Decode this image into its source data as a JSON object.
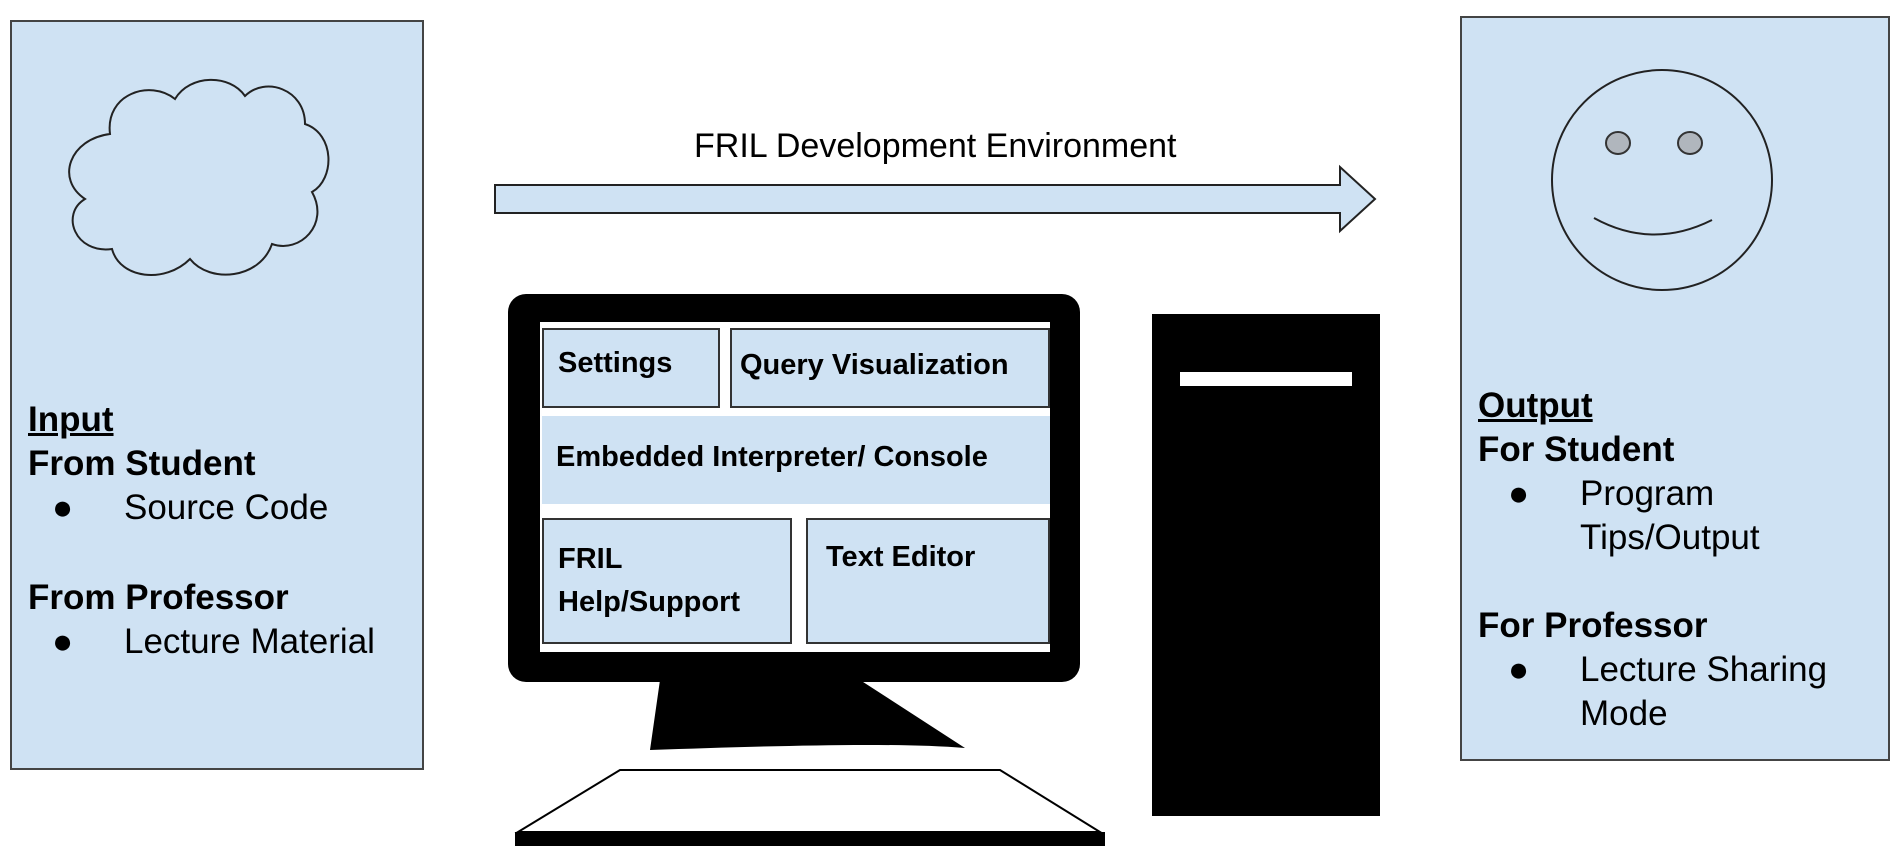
{
  "input_panel": {
    "heading": "Input",
    "student_heading": "From Student",
    "student_items": [
      "Source Code"
    ],
    "professor_heading": "From Professor",
    "professor_items": [
      "Lecture Material"
    ],
    "icon": "cloud-icon"
  },
  "arrow": {
    "label": "FRIL Development Environment"
  },
  "monitor": {
    "panels": {
      "settings": "Settings",
      "query_visualization": "Query Visualization",
      "console": "Embedded Interpreter/ Console",
      "help_line1": "FRIL",
      "help_line2": "Help/Support",
      "text_editor": "Text Editor"
    }
  },
  "output_panel": {
    "heading": "Output",
    "student_heading": "For Student",
    "student_item_line1": "Program",
    "student_item_line2": "Tips/Output",
    "professor_heading": "For Professor",
    "professor_item_line1": "Lecture Sharing",
    "professor_item_line2": "Mode",
    "icon": "smiley-face-icon"
  },
  "colors": {
    "panel_fill": "#cfe2f3",
    "hardware": "#000000"
  }
}
